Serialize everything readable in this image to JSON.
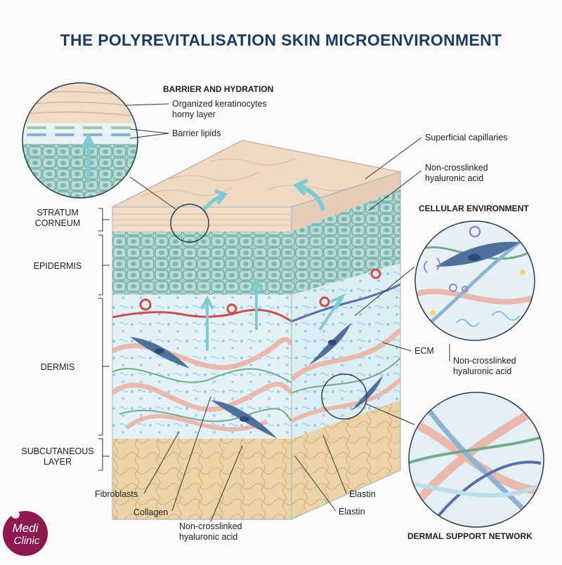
{
  "title": "THE POLYREVITALISATION SKIN MICROENVIRONMENT",
  "barrier": {
    "header": "BARRIER AND HYDRATION",
    "keratinocytes_line1": "Organized keratinocytes",
    "keratinocytes_line2": "horny layer",
    "lipids": "Barrier lipids"
  },
  "layers": {
    "stratum_line1": "STRATUM",
    "stratum_line2": "CORNEUM",
    "epidermis": "EPIDERMIS",
    "dermis": "DERMIS",
    "subcut_line1": "SUBCUTANEOUS",
    "subcut_line2": "LAYER"
  },
  "right_labels": {
    "capillaries": "Superficial capillaries",
    "nchl_top_line1": "Non-crosslinked",
    "nchl_top_line2": "hyaluronic acid",
    "cellular_header": "CELLULAR ENVIRONMENT",
    "ecm": "ECM",
    "nchl_mid_line1": "Non-crosslinked",
    "nchl_mid_line2": "hyaluronic acid",
    "network_header": "DERMAL SUPPORT NETWORK"
  },
  "bottom_labels": {
    "fibroblasts": "Fibroblasts",
    "collagen": "Collagen",
    "nchl_line1": "Non-crosslinked",
    "nchl_line2": "hyaluronic acid",
    "elastin_upper": "Elastin",
    "elastin_lower": "Elastin"
  },
  "logo": {
    "line1": "Medi",
    "line2": "Clinic"
  },
  "colors": {
    "title": "#1f3a5f",
    "stratum": "#f1dcc8",
    "epidermis": "#8fc4be",
    "dermis": "#e3f1f6",
    "subcutaneous": "#f1dcb2",
    "collagen": "#e9b9ad",
    "elastin": "#74a98e",
    "fibroblast": "#4f6f9c",
    "capillary_artery": "#c8504c",
    "capillary_vein": "#5a6ea8",
    "hyaluronic": "#7cc3dc",
    "logo": "#8c1a4e"
  }
}
